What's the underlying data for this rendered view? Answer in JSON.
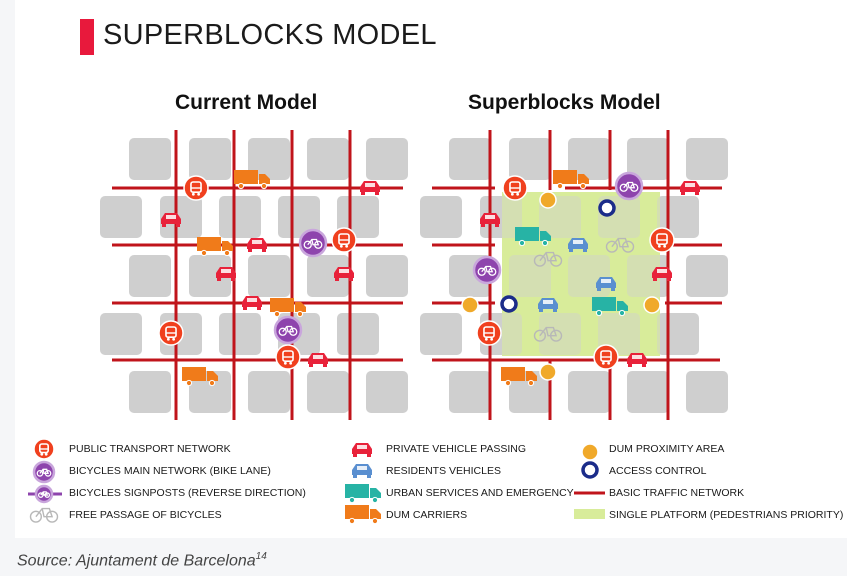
{
  "header": {
    "title": "SUPERBLOCKS MODEL"
  },
  "panels": {
    "current": {
      "heading": "Current Model"
    },
    "superblocks": {
      "heading": "Superblocks Model"
    }
  },
  "legend": {
    "public_transport": "PUBLIC TRANSPORT NETWORK",
    "bike_main": "BICYCLES MAIN NETWORK (BIKE LANE)",
    "bike_signposts": "BICYCLES SIGNPOSTS (REVERSE DIRECTION)",
    "free_bicycles": "FREE PASSAGE OF BICYCLES",
    "private_vehicle": "PRIVATE VEHICLE PASSING",
    "residents_vehicles": "RESIDENTS VEHICLES",
    "urban_services": "URBAN SERVICES AND EMERGENCY",
    "dum_carriers": "DUM CARRIERS",
    "dum_proximity": "DUM PROXIMITY AREA",
    "access_control": "ACCESS CONTROL",
    "basic_traffic": "BASIC TRAFFIC NETWORK",
    "single_platform": "SINGLE PLATFORM (PEDESTRIANS PRIORITY)"
  },
  "source": {
    "text": "Source: Ajuntament de Barcelona",
    "note": "14"
  },
  "colors": {
    "accent": "#e8193c",
    "road": "#c0141b",
    "block": "#cfcfcf",
    "platform": "#d8ec9a",
    "transport": "#f0401e",
    "bike": "#8e44ad",
    "dum": "#f07b1a",
    "private_vehicle": "#e8223a",
    "resident_vehicle": "#5a8fd0",
    "urban_services": "#27b3a5",
    "dum_proximity": "#f0a92a",
    "access_control": "#1b2c8a"
  }
}
